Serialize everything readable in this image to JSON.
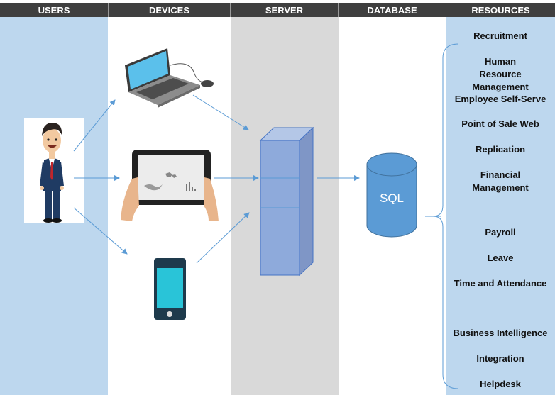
{
  "headers": {
    "users": "USERS",
    "devices": "DEVICES",
    "server": "SERVER",
    "database": "DATABASE",
    "resources": "RESOURCES"
  },
  "database_label": "SQL",
  "resources": [
    "Recruitment",
    "Human Resource Management",
    "Employee Self-Serve",
    "Point of Sale Web",
    "Replication",
    "Financial Management",
    "Payroll",
    "Leave",
    "Time and Attendance",
    "Business Intelligence",
    "Integration",
    "Helpdesk"
  ],
  "colors": {
    "header_bg": "#3f3f3f",
    "users_lane": "#bdd7ee",
    "server_lane": "#d9d9d9",
    "resources_lane": "#bdd7ee",
    "arrow": "#5b9bd5",
    "server_front": "#8eaadb",
    "database": "#5b9bd5"
  },
  "icons": [
    "businessman-icon",
    "laptop-icon",
    "tablet-icon",
    "smartphone-icon",
    "server-tower-icon",
    "database-cylinder-icon"
  ]
}
